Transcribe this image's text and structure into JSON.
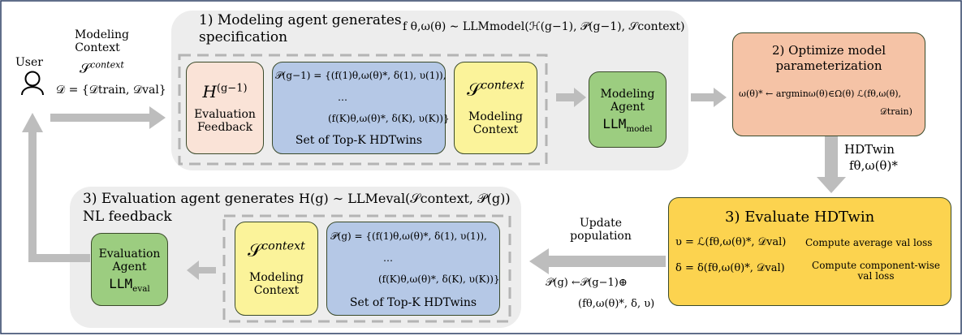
{
  "colors": {
    "panel": "#ededed",
    "dash": "#b4b4b4",
    "arrow": "#bdbdbd",
    "frame": "#2c3e63",
    "feedback": "#fae3d7",
    "hdtwins": "#b5c8e6",
    "context": "#fbf39a",
    "agent": "#9ccd80",
    "optimize": "#f5c3a6",
    "evaluate": "#fcd34f"
  },
  "icons": {
    "user": "user-icon"
  },
  "user": {
    "label": "User",
    "modeling_context_1": "Modeling",
    "modeling_context_2": "Context",
    "s_context": "𝒮",
    "s_context_sup": "context",
    "dataset": "𝒟 = {𝒟train, 𝒟val}"
  },
  "top_panel": {
    "title_1": "1) Modeling agent generates",
    "title_2": "specification",
    "formula": "f θ,ω(θ) ∼ LLMmodel(ℋ(g−1), 𝒫(g−1), 𝒮context)"
  },
  "feedback_box": {
    "symbol": "H",
    "symbol_sup": "(g−1)",
    "label_1": "Evaluation",
    "label_2": "Feedback"
  },
  "hdtwin_set_top": {
    "line1": "𝒫(g−1) = {(f(1)θ,ω(θ)*, δ(1), υ(1)),",
    "dots": "…",
    "line3": "(f(K)θ,ω(θ)*, δ(K), υ(K))}",
    "label": "Set of Top-K HDTwins"
  },
  "context_box_top": {
    "symbol": "𝒮",
    "symbol_sup": "context",
    "label_1": "Modeling",
    "label_2": "Context"
  },
  "modeling_agent": {
    "label_1": "Modeling",
    "label_2": "Agent",
    "llm": "LLM",
    "llm_sub": "model"
  },
  "optimize_box": {
    "title_1": "2) Optimize model",
    "title_2": "parameterization",
    "formula_1": "ω(θ)* ← argminω(θ)∈Ω(θ) ℒ(fθ,ω(θ),",
    "formula_2": "𝒟train)"
  },
  "hdtwin_output": {
    "label": "HDTwin",
    "formula": "fθ,ω(θ)*"
  },
  "evaluate_box": {
    "title": "3) Evaluate HDTwin",
    "upsilon_formula": "υ = ℒ(fθ,ω(θ)*, 𝒟val)",
    "upsilon_desc": "Compute average val loss",
    "delta_formula": "δ = δ(fθ,ω(θ)*, 𝒟val)",
    "delta_desc_1": "Compute component-wise",
    "delta_desc_2": "val loss"
  },
  "update": {
    "label_1": "Update",
    "label_2": "population",
    "formula_1": "𝒫(g) ←𝒫(g−1)⊕",
    "formula_2": "(fθ,ω(θ)*, δ, υ)"
  },
  "bottom_panel": {
    "title_1": "3) Evaluation agent generates",
    "title_2": "NL feedback",
    "formula": "H(g) ∼ LLMeval(𝒮context, 𝒫(g))"
  },
  "context_box_bottom": {
    "symbol": "𝒮",
    "symbol_sup": "context",
    "label_1": "Modeling",
    "label_2": "Context"
  },
  "hdtwin_set_bottom": {
    "line1": "𝒫(g) = {(f(1)θ,ω(θ)*, δ(1), υ(1)),",
    "dots": "…",
    "line3": "(f(K)θ,ω(θ)*, δ(K), υ(K))}",
    "label": "Set of Top-K HDTwins"
  },
  "evaluation_agent": {
    "label_1": "Evaluation",
    "label_2": "Agent",
    "llm": "LLM",
    "llm_sub": "eval"
  }
}
